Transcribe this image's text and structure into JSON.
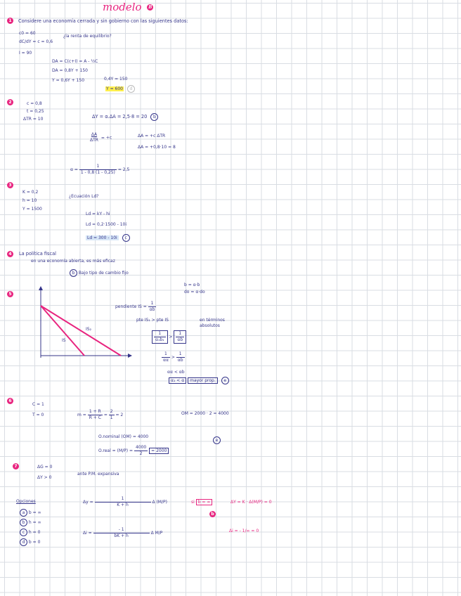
{
  "title": "modelo",
  "title_badge": "B",
  "p1": {
    "num": "1",
    "statement": "Considere una economía cerrada y sin gobierno con las siguientes datos:",
    "givens": [
      "c0 = 60",
      "dC/dY = c = 0,6",
      "I = 90"
    ],
    "question": "¿la renta de equilibrio?",
    "steps": [
      "DA = C(c+I) = A - ½C",
      "DA = 0,8Y + 150",
      "Y = 0,6Y + 150"
    ],
    "side": "0,4Y = 150",
    "result": "Y = 600",
    "answer": "d"
  },
  "p2": {
    "num": "2",
    "givens": [
      "c = 0,8",
      "t = 0,25",
      "ΔTR = 10"
    ],
    "eq1": "ΔY = α.ΔA = 2,5·8 = 20",
    "ans": "b",
    "frac_num": "ΔA",
    "frac_den": "ΔTR",
    "frac_rhs": "= +c",
    "eq2": "ΔA = +c ΔTR",
    "eq3": "ΔA = +0,8·10 = 8",
    "alpha_lhs": "α =",
    "alpha_num": "1",
    "alpha_den": "1 - 0,8 (1 - 0,25)",
    "alpha_rhs": "= 2,5"
  },
  "p3": {
    "num": "3",
    "givens": [
      "K = 0,2",
      "h = 10",
      "Y = 1500"
    ],
    "question": "¿Ecuación Ld?",
    "l1": "Ld = kY - hi",
    "l2": "Ld = 0,2·1500 - 10i",
    "l3": "Ld = 300 - 10i",
    "ans": "c"
  },
  "p4": {
    "num": "4",
    "l1": "La política fiscal",
    "l2": "en una economía abierta, es más eficaz",
    "l3": "Bajo tipo de cambio fijo",
    "ans": "b"
  },
  "p5": {
    "num": "5",
    "label_is": "IS",
    "label_is2": "IS₂",
    "top_note_1": "b = α·b",
    "top_note_2": "do = α·do",
    "pend_label": "pendiente IS =",
    "pend_num": "1",
    "pend_den": "αb",
    "cmp_a": "pte IS₁ > pte IS",
    "cmp_b": "en términos absolutos",
    "ineq_l_num": "1",
    "ineq_l_den": "α₁b₁",
    "ineq_r_num": "1",
    "ineq_r_den": "αb",
    "step_num": "1",
    "step_den": "αα",
    "step_r_num": "1",
    "step_r_den": "αb",
    "step_mid": "αα < αb",
    "final_l": "α₁ < α",
    "final_r": "mayor prop.",
    "ans": "e"
  },
  "p6": {
    "num": "6",
    "givens": [
      "C = 1",
      "T = 0"
    ],
    "multiplier_lhs": "m =",
    "m_num": "1 + R",
    "m_den": "R + C",
    "m_mid_num": "2",
    "m_mid_den": "1",
    "m_rhs": "= 2",
    "om": "OM = 2000 · 2 = 4000",
    "nominal": "O.nominal (OM) = 4000",
    "real_lhs": "O.real = (M/P) =",
    "real_num": "4000",
    "real_den": "2",
    "real_rhs": "= 2000",
    "ans": "e"
  },
  "p7": {
    "num": "7",
    "givens": [
      "ΔG = 0",
      "ΔY > 0"
    ],
    "note": "ante P.M. expansiva",
    "dy_lhs": "Δy =",
    "dy_num": "1",
    "dy_den": "K + h",
    "dy_tail": "Δ (M/P)",
    "di_lhs": "Δi =",
    "di_num": "- 1",
    "di_den": "bK + h",
    "di_tail": "Δ M/P",
    "si": "si",
    "si_val": "b = ∞",
    "right1": "ΔY = K · Δ(M/P) = 0",
    "right2": "Δi = - 1/∞ = 0",
    "ans": "b",
    "options_title": "Opciones",
    "options": [
      {
        "k": "a",
        "v": "b = ∞"
      },
      {
        "k": "b",
        "v": "h = ∞"
      },
      {
        "k": "c",
        "v": "h = 0"
      },
      {
        "k": "d",
        "v": "b = 0"
      }
    ]
  }
}
